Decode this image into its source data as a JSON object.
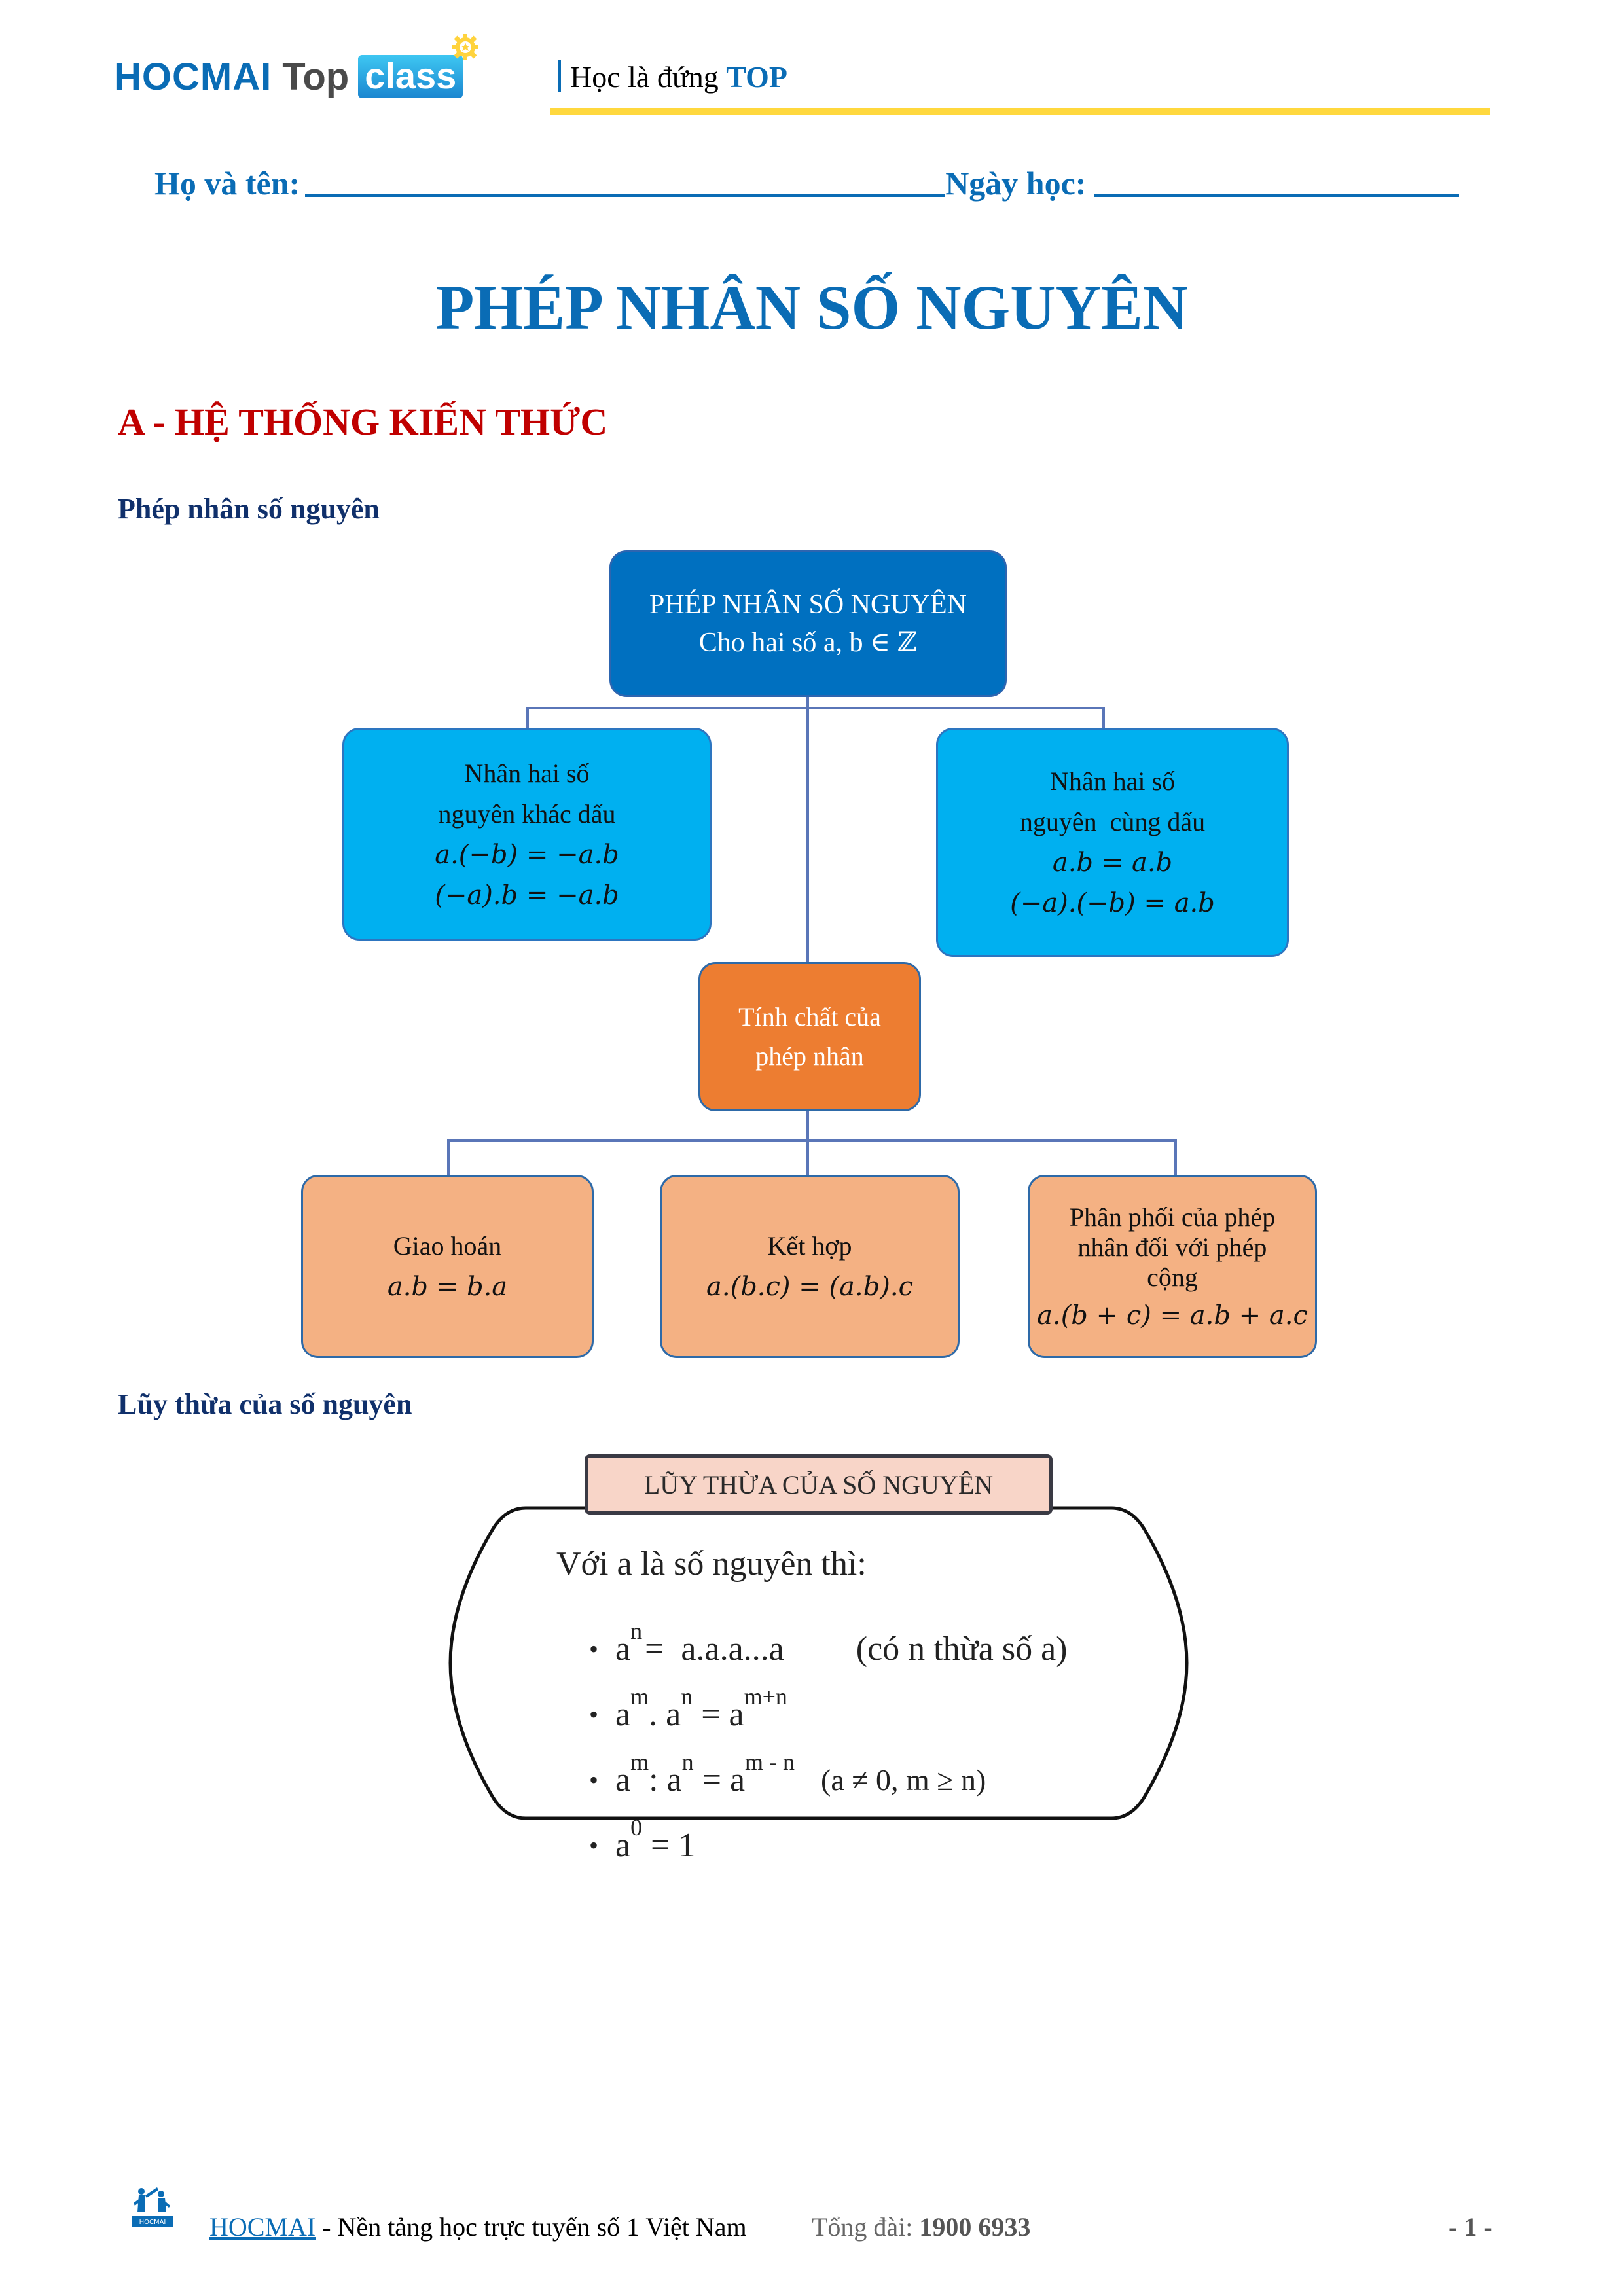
{
  "header": {
    "logo": {
      "brand": "HOCMAI",
      "product_top": "Top",
      "product_class": "class"
    },
    "tagline": {
      "text": "Học là đứng",
      "highlight": "TOP"
    }
  },
  "student_form": {
    "name_label": "Họ và tên:",
    "date_label": "Ngày học:"
  },
  "title": "PHÉP NHÂN SỐ NGUYÊN",
  "section_a": "A - HỆ THỐNG KIẾN THỨC",
  "subsection_multiplication": "Phép nhân số nguyên",
  "diagram": {
    "root": {
      "title": "PHÉP NHÂN SỐ NGUYÊN",
      "subtitle": "Cho hai số a, b ∈ ℤ"
    },
    "different_sign": {
      "line1": "Nhân hai số",
      "line2": "nguyên khác dấu",
      "formula1": "a.(−b) = −a.b",
      "formula2": "(−a).b = −a.b"
    },
    "same_sign": {
      "line1": "Nhân hai số",
      "line2": "nguyên  cùng dấu",
      "formula1": "a.b = a.b",
      "formula2": "(−a).(−b) = a.b"
    },
    "properties": {
      "line1": "Tính chất của",
      "line2": "phép nhân"
    },
    "commutative": {
      "name": "Giao hoán",
      "formula": "a.b = b.a"
    },
    "associative": {
      "name": "Kết hợp",
      "formula": "a.(b.c) = (a.b).c"
    },
    "distributive": {
      "line1": "Phân phối của phép",
      "line2": "nhân đối với phép",
      "line3": "cộng",
      "formula": "a.(b + c) = a.b + a.c"
    }
  },
  "subsection_power": "Lũy thừa của số nguyên",
  "power_box": {
    "label": "LŨY THỪA CỦA SỐ NGUYÊN",
    "intro": "Với a là số nguyên thì:",
    "rules": [
      {
        "base": "a",
        "sup": "n",
        "rest": "=  a.a.a...a",
        "note": "(có n thừa số a)"
      },
      {
        "base": "a",
        "sup": "m",
        "mid": ". a",
        "sup2": "n",
        "eq": " = a",
        "sup3": "m+n",
        "note": ""
      },
      {
        "base": "a",
        "sup": "m",
        "mid": ": a",
        "sup2": "n",
        "eq": " = a",
        "sup3": "m - n",
        "note": "(a ≠ 0, m ≥ n)"
      },
      {
        "base": "a",
        "sup": "0",
        "rest": " = 1",
        "note": ""
      }
    ]
  },
  "footer": {
    "logo_text": "HOCMAI",
    "brand_link": "HOCMAI",
    "slogan": " - Nền tảng học trực tuyến số 1 Việt Nam",
    "phone_label": "Tổng đài: ",
    "phone_number": "1900 6933",
    "page_number": "- 1 -"
  },
  "colors": {
    "brand_blue": "#0a6cb5",
    "accent_yellow": "#ffd83e",
    "section_red": "#c00000",
    "box_dark_blue": "#0070c0",
    "box_cyan": "#00b0f0",
    "box_orange": "#ed7d31",
    "box_peach": "#f4b183"
  }
}
